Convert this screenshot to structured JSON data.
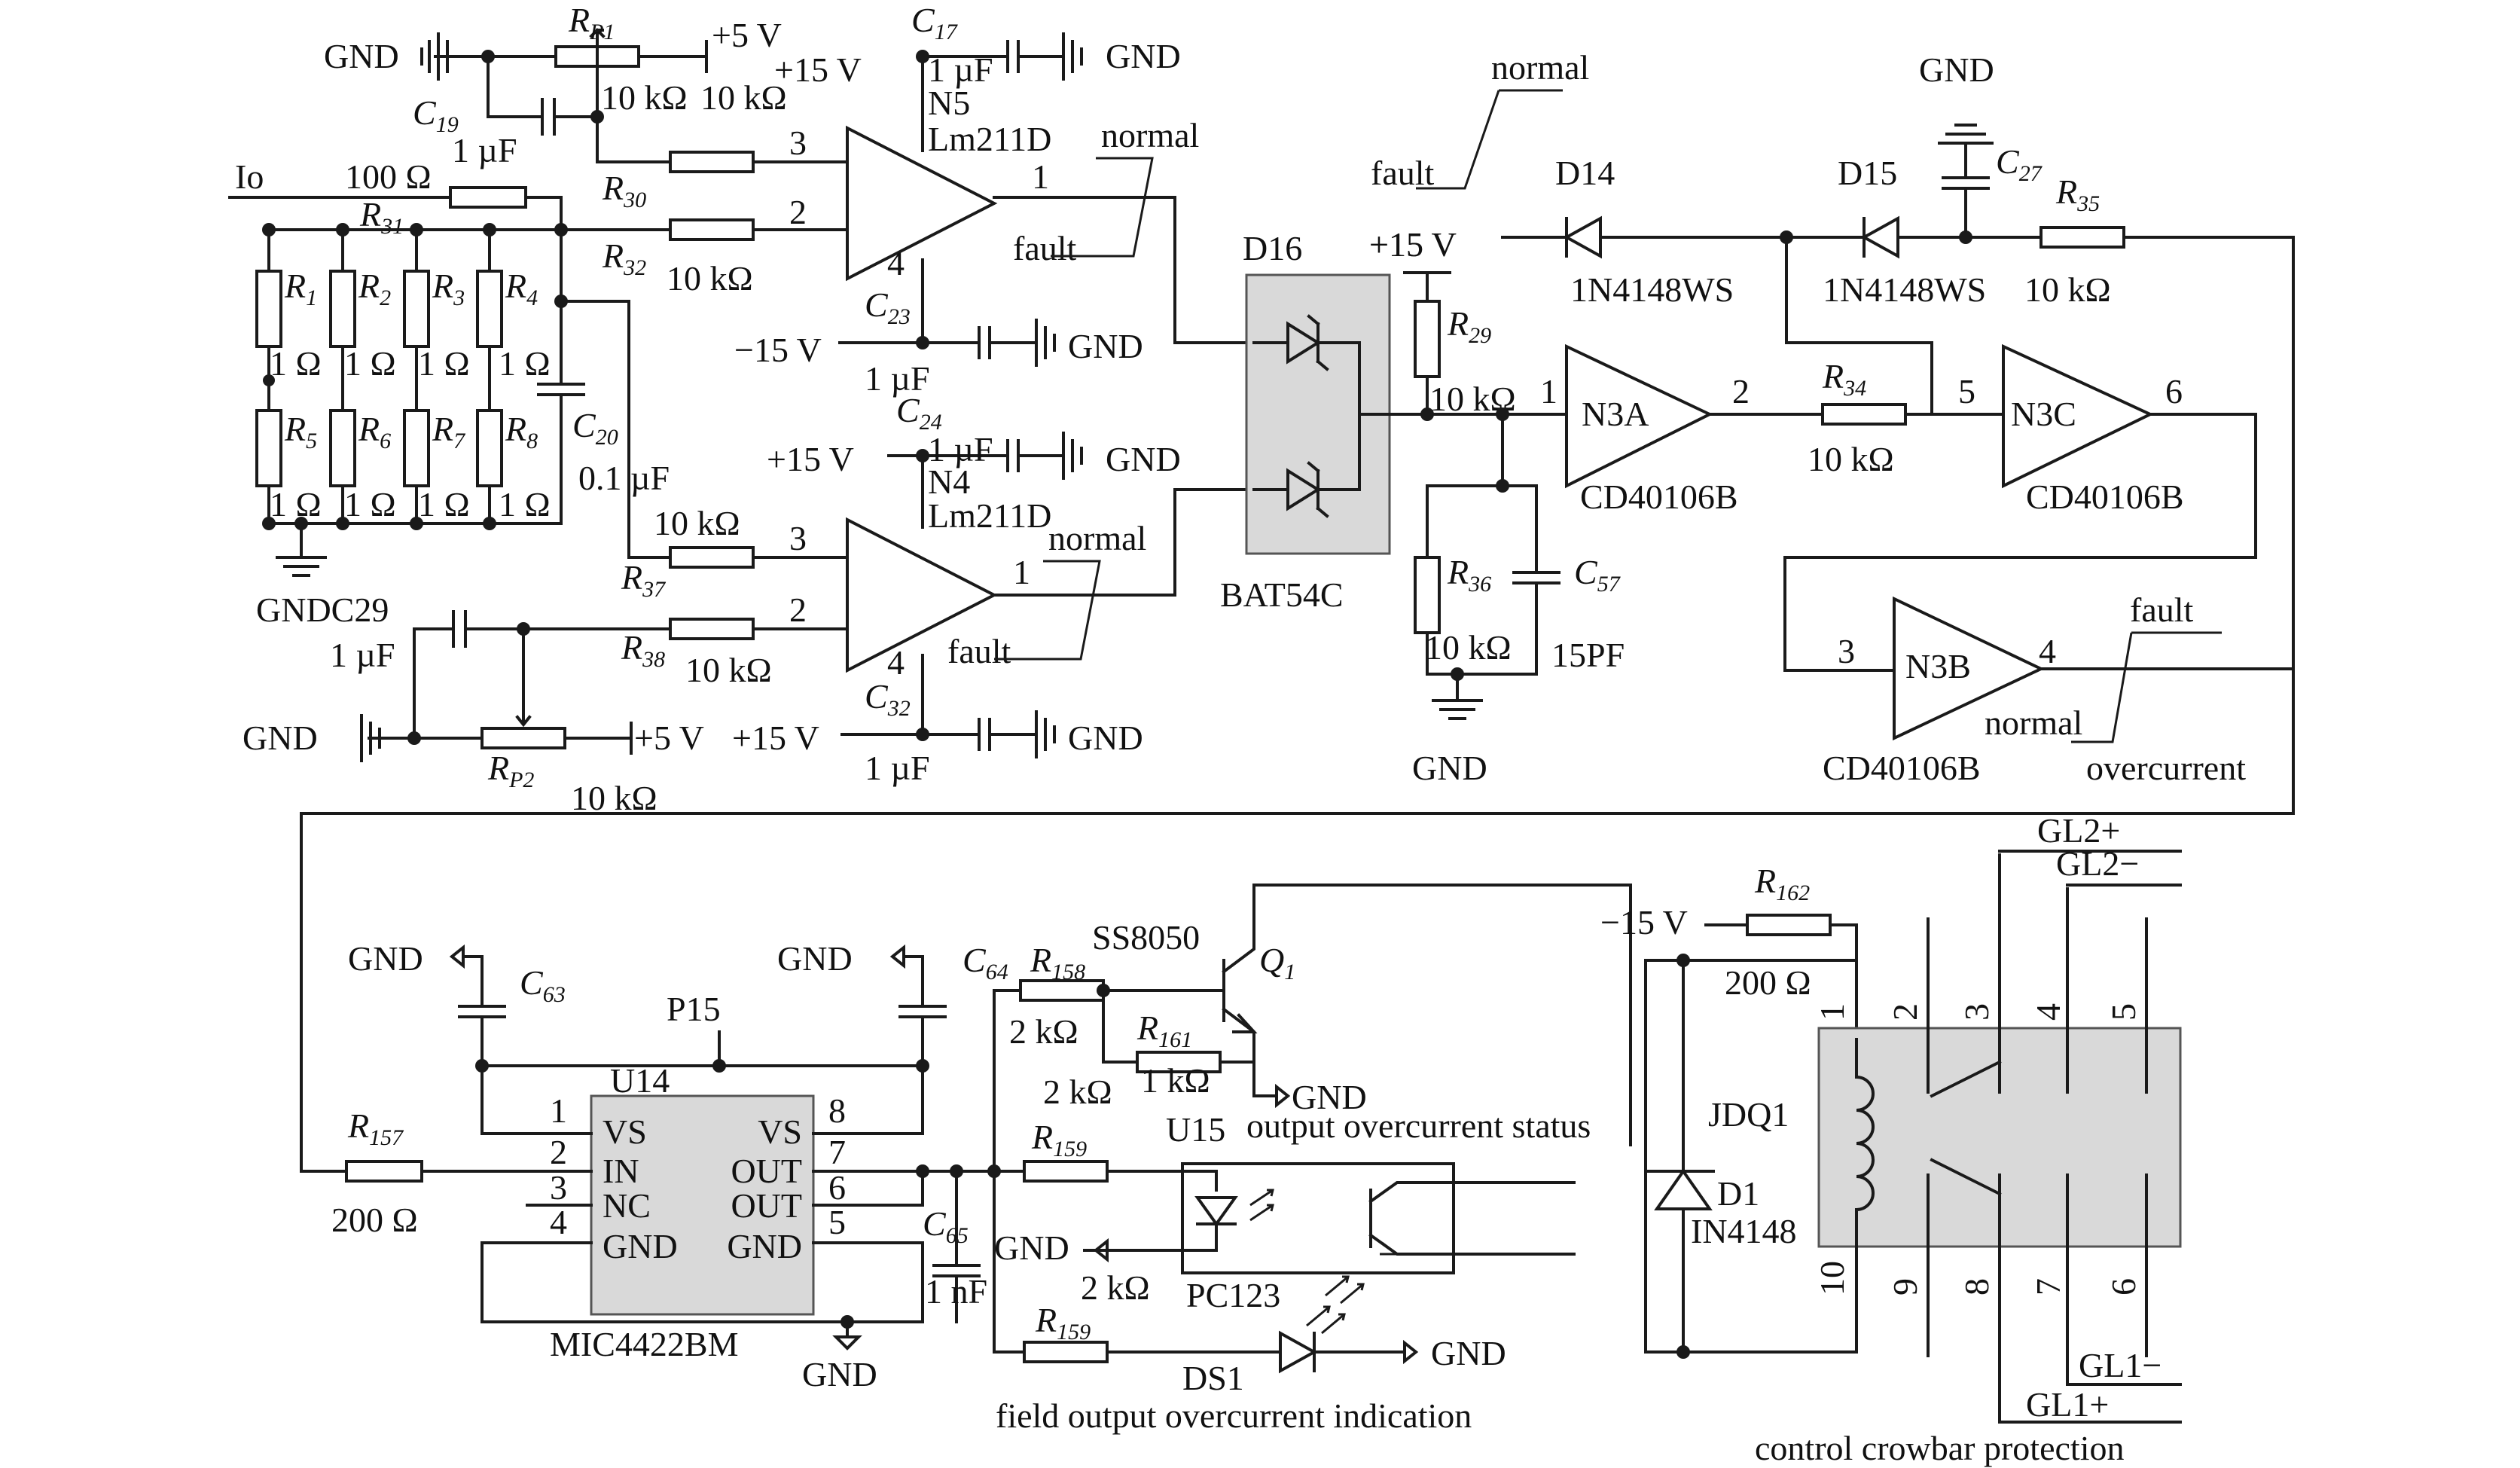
{
  "labels": {
    "gnd": "GND",
    "plus5": "+5 V",
    "plus15": "+15 V",
    "minus15": "−15 V",
    "minus15b": "−15 V",
    "lo": "Io",
    "normal": "normal",
    "fault": "fault",
    "overcurrent": "overcurrent",
    "gnd_c29": "GNDC29"
  },
  "components": {
    "rp1": {
      "ref": "R",
      "sub": "P1",
      "value": "10 kΩ"
    },
    "rp2": {
      "ref": "R",
      "sub": "P2",
      "value": "10 kΩ"
    },
    "c17": {
      "ref": "C",
      "sub": "17",
      "value": "1 µF"
    },
    "c19": {
      "ref": "C",
      "sub": "19",
      "value": "1 µF"
    },
    "c20": {
      "ref": "C",
      "sub": "20",
      "value": "0.1 µF"
    },
    "c23": {
      "ref": "C",
      "sub": "23",
      "value": "1 µF"
    },
    "c24": {
      "ref": "C",
      "sub": "24",
      "value": "1 µF"
    },
    "c32": {
      "ref": "C",
      "sub": "32",
      "value": "1 µF"
    },
    "c29v": {
      "value": "1 µF"
    },
    "r30": {
      "ref": "R",
      "sub": "30",
      "value": "10 kΩ"
    },
    "r31": {
      "ref": "R",
      "sub": "31",
      "value": "100 Ω"
    },
    "r32": {
      "ref": "R",
      "sub": "32",
      "value": "10 kΩ"
    },
    "r37": {
      "ref": "R",
      "sub": "37",
      "value": "10 kΩ"
    },
    "r38": {
      "ref": "R",
      "sub": "38",
      "value": "10 kΩ"
    },
    "shunt": {
      "value": "1 Ω",
      "names": [
        "1",
        "2",
        "3",
        "4",
        "5",
        "6",
        "7",
        "8"
      ]
    },
    "n5": {
      "name": "N5",
      "part": "Lm211D"
    },
    "n4": {
      "name": "N4",
      "part": "Lm211D"
    },
    "d16": {
      "name": "D16",
      "part": "BAT54C"
    },
    "d14": {
      "name": "D14",
      "part": "1N4148WS"
    },
    "d15": {
      "name": "D15",
      "part": "1N4148WS"
    },
    "c27": {
      "ref": "C",
      "sub": "27"
    },
    "r35": {
      "ref": "R",
      "sub": "35",
      "value": "10 kΩ"
    },
    "r29": {
      "ref": "R",
      "sub": "29",
      "value": "10 kΩ"
    },
    "r34": {
      "ref": "R",
      "sub": "34",
      "value": "10 kΩ"
    },
    "r36": {
      "ref": "R",
      "sub": "36",
      "value": "10 kΩ"
    },
    "c57": {
      "ref": "C",
      "sub": "57",
      "value": "15PF"
    },
    "n3a": {
      "name": "N3A",
      "part": "CD40106B"
    },
    "n3b": {
      "name": "N3B",
      "part": "CD40106B"
    },
    "n3c": {
      "name": "N3C",
      "part": "CD40106B"
    },
    "u14": {
      "name": "U14",
      "part": "MIC4422BM",
      "supply": "P15",
      "pins_left": [
        "VS",
        "IN",
        "NC",
        "GND"
      ],
      "pins_right": [
        "VS",
        "OUT",
        "OUT",
        "GND"
      ]
    },
    "c63": {
      "ref": "C",
      "sub": "63"
    },
    "c64": {
      "ref": "C",
      "sub": "64"
    },
    "c65": {
      "ref": "C",
      "sub": "65",
      "value": "1 nF"
    },
    "r157": {
      "ref": "R",
      "sub": "157",
      "value": "200 Ω"
    },
    "r158": {
      "ref": "R",
      "sub": "158",
      "value": "2 kΩ"
    },
    "r159a": {
      "ref": "R",
      "sub": "159",
      "value": "2 kΩ"
    },
    "r159b": {
      "ref": "R",
      "sub": "159"
    },
    "r161": {
      "ref": "R",
      "sub": "161",
      "value": "1 kΩ"
    },
    "r162": {
      "ref": "R",
      "sub": "162",
      "value": "200 Ω"
    },
    "q1": {
      "ref": "Q",
      "sub": "1",
      "part": "SS8050"
    },
    "u15": {
      "name": "U15",
      "part": "PC123"
    },
    "ds1": {
      "name": "DS1"
    },
    "d1": {
      "name": "D1",
      "part": "IN4148"
    },
    "jdq1": {
      "name": "JDQ1"
    }
  },
  "relay_pins": [
    "1",
    "2",
    "3",
    "4",
    "5",
    "10",
    "9",
    "8",
    "7",
    "6"
  ],
  "relay_lines": {
    "gl2p": "GL2+",
    "gl2m": "GL2−",
    "gl1m": "GL1−",
    "gl1p": "GL1+"
  },
  "annotations": {
    "status": "output overcurrent status",
    "indication": "field output overcurrent indication",
    "protection": "control crowbar protection"
  }
}
